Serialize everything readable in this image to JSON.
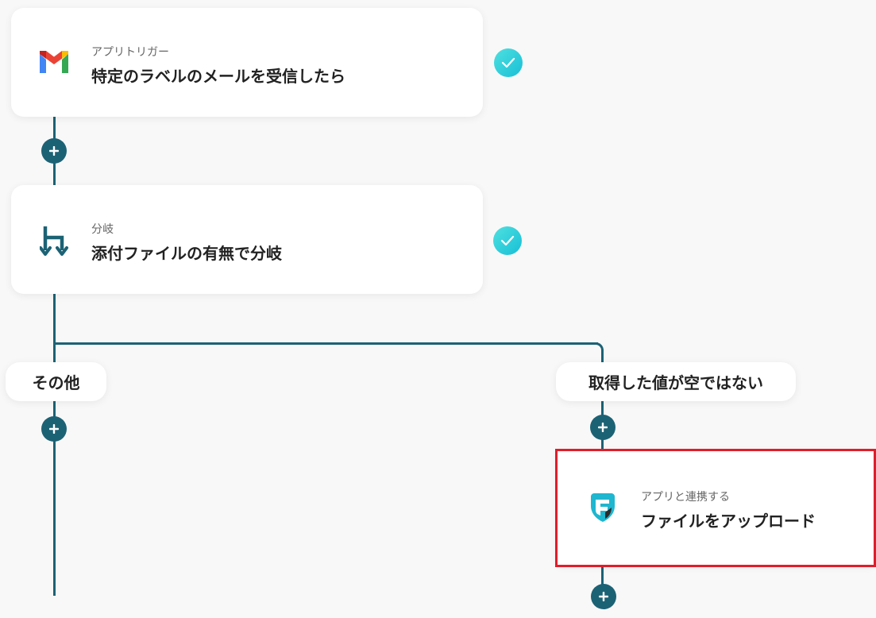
{
  "steps": [
    {
      "subtitle": "アプリトリガー",
      "title": "特定のラベルのメールを受信したら",
      "icon": "gmail-icon",
      "completed": true
    },
    {
      "subtitle": "分岐",
      "title": "添付ファイルの有無で分岐",
      "icon": "branch-icon",
      "completed": true
    }
  ],
  "branches": [
    {
      "label": "その他"
    },
    {
      "label": "取得した値が空ではない"
    }
  ],
  "action": {
    "subtitle": "アプリと連携する",
    "title": "ファイルをアップロード",
    "icon": "app-logo-icon",
    "selected": true
  },
  "colors": {
    "connector": "#1c6275",
    "check": "#17bfd6",
    "selection": "#e11d2a",
    "background": "#f8f8f8"
  }
}
